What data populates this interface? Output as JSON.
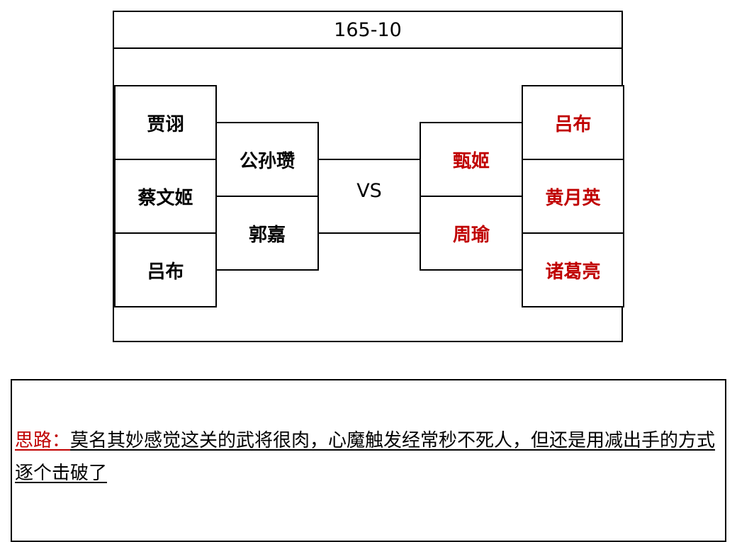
{
  "header": {
    "title": "165-10"
  },
  "matchup": {
    "vs": "VS",
    "left": {
      "outer": [
        "贾诩",
        "蔡文姬",
        "吕布"
      ],
      "inner": [
        "公孙瓒",
        "郭嘉"
      ]
    },
    "right": {
      "inner": [
        "甄姬",
        "周瑜"
      ],
      "outer": [
        "吕布",
        "黄月英",
        "诸葛亮"
      ]
    }
  },
  "note": {
    "label": "思路：",
    "text": "莫名其妙感觉这关的武将很肉，心魔触发经常秒不死人，但还是用减出手的方式逐个击破了"
  },
  "colors": {
    "enemy": "#c00000",
    "label": "#c00000",
    "line": "#000000"
  }
}
